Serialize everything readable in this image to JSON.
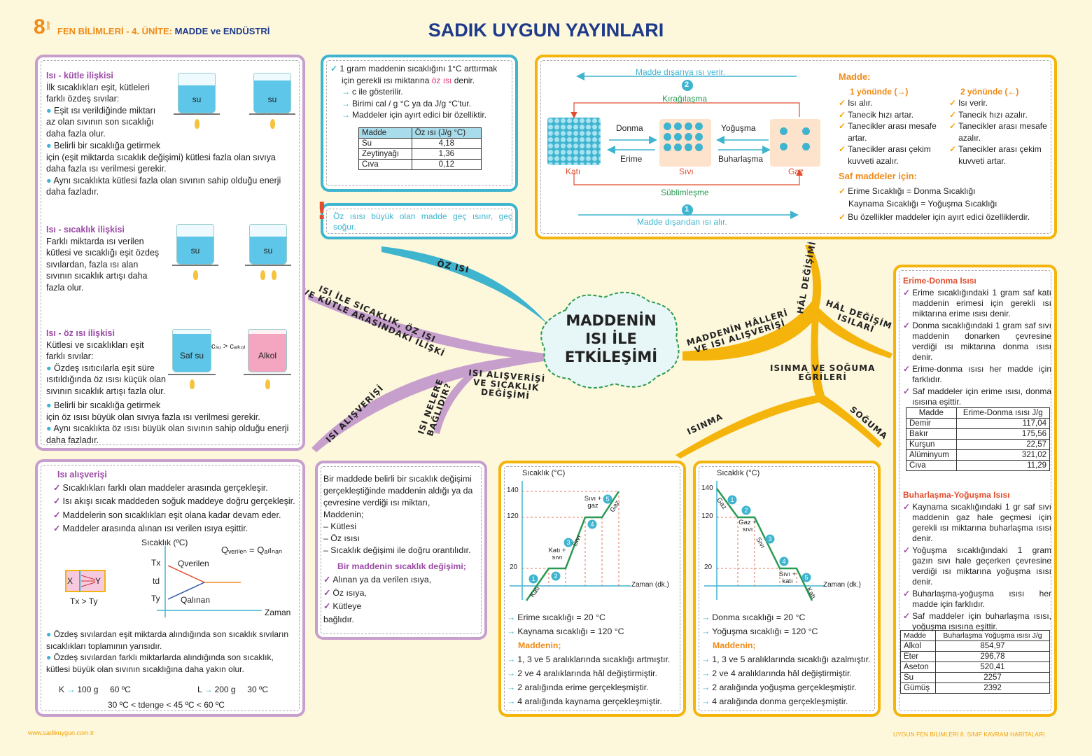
{
  "header": {
    "grade": "8",
    "grade_small": "SINIF",
    "subject": "FEN BİLİMLERİ - 4. ÜNİTE:",
    "unit": "MADDE ve ENDÜSTRİ",
    "publisher": "SADIK  UYGUN  YAYINLARI"
  },
  "footer": {
    "left": "www.sadikuygun.com.tr",
    "right": "UYGUN FEN BİLİMLERİ 8. SINIF KAVRAM HARİTALARI"
  },
  "center": {
    "l1": "MADDENİN",
    "l2": "ISI İLE",
    "l3": "ETKİLEŞİMİ"
  },
  "branches": {
    "oz_isi": "ÖZ ISI",
    "iliski_1": "ISI İLE SICAKLIK, ÖZ ISI",
    "iliski_2": "VE KÜTLE ARASINDAKİ İLİŞKİ",
    "alisveris_sicaklik_1": "ISI ALIŞVERİŞİ",
    "alisveris_sicaklik_2": "VE SICAKLIK",
    "alisveris_sicaklik_3": "DEĞİŞİMİ",
    "nelere_1": "ISI NELERE",
    "nelere_2": "BAĞLIDIR?",
    "isi_alisverisi": "ISI ALIŞVERİŞİ",
    "halleri_1": "MADDENİN HÂLLERİ",
    "halleri_2": "VE ISI ALIŞVERİŞİ",
    "hal_degisimi": "HÂL DEĞİŞİMİ",
    "hal_isilari_1": "HÂL DEĞİŞİM",
    "hal_isilari_2": "ISILARI",
    "egriler_1": "ISINMA VE SOĞUMA",
    "egriler_2": "EĞRİLERİ",
    "isinma": "ISINMA",
    "soguma": "SOĞUMA"
  },
  "left": {
    "kutle_title": "Isı - kütle ilişkisi",
    "kutle_p1": "İlk sıcaklıkları eşit, kütleleri",
    "kutle_p2": "farklı özdeş sıvılar:",
    "kutle_b1a": "Eşit ısı verildiğinde miktarı",
    "kutle_b1b": "az olan sıvının son sıcaklığı",
    "kutle_b1c": "daha fazla olur.",
    "kutle_b2a": "Belirli bir sıcaklığa getirmek",
    "kutle_b2b": "için (eşit miktarda sıcaklık değişimi) kütlesi fazla olan sıvıya",
    "kutle_b2c": "daha fazla ısı verilmesi gerekir.",
    "kutle_b3a": "Aynı sıcaklıkta kütlesi fazla olan sıvının sahip olduğu enerji",
    "kutle_b3b": "daha fazladır.",
    "beaker_su": "su",
    "sicaklik_title": "Isı - sıcaklık ilişkisi",
    "sicaklik_p1": "Farklı miktarda ısı verilen",
    "sicaklik_p2": "kütlesi ve sıcaklığı eşit özdeş",
    "sicaklik_p3": "sıvılardan, fazla ısı alan",
    "sicaklik_p4": "sıvının sıcaklık artışı daha",
    "sicaklik_p5": "fazla olur.",
    "ozisi_title": "Isı - öz ısı ilişkisi",
    "ozisi_p1": "Kütlesi ve sıcaklıkları eşit",
    "ozisi_p2": "farklı sıvılar:",
    "ozisi_b1a": "Özdeş ısıtıcılarla eşit süre",
    "ozisi_b1b": "ısıtıldığında öz ısısı küçük olan",
    "ozisi_b1c": "sıvının sıcaklık artışı fazla olur.",
    "ozisi_b2a": "Belirli bir sıcaklığa getirmek",
    "ozisi_b2b": "için öz ısısı büyük olan sıvıya fazla ısı verilmesi gerekir.",
    "ozisi_b3a": "Aynı sıcaklıkta öz ısısı büyük olan sıvının sahip olduğu enerji",
    "ozisi_b3b": "daha fazladır.",
    "saf_su": "Saf su",
    "alkol": "Alkol",
    "c_compare": "cₛᵤ > cₐₗₖₒₗ"
  },
  "oz_isi_box": {
    "p1": "1 gram maddenin sıcaklığını 1°C arttırmak",
    "p2a": "için gerekli ısı miktarına ",
    "p2b": "öz ısı",
    "p2c": " denir.",
    "a1": "c ile gösterilir.",
    "a2": "Birimi cal / g °C ya da J/g °C'tur.",
    "a3": "Maddeler için ayırt edici bir özelliktir.",
    "th1": "Madde",
    "th2": "Öz ısı (J/g °C)",
    "rows": [
      [
        "Su",
        "4,18"
      ],
      [
        "Zeytinyağı",
        "1,36"
      ],
      [
        "Cıva",
        "0,12"
      ]
    ]
  },
  "note": {
    "text": "Öz ısısı büyük olan madde geç ısınır, geç soğur."
  },
  "states": {
    "out": "Madde dışarıya ısı verir.",
    "in": "Madde dışarıdan ısı alır.",
    "two": "2",
    "one": "1",
    "kiragi": "Kırağılaşma",
    "sublim": "Süblimleşme",
    "donma": "Donma",
    "erime": "Erime",
    "yogusma": "Yoğuşma",
    "buhar": "Buharlaşma",
    "kati": "Katı",
    "sivi": "Sıvı",
    "gaz": "Gaz"
  },
  "madde": {
    "title": "Madde:",
    "dir1": "1 yönünde (→)",
    "dir2": "2 yönünde (←)",
    "c1": [
      "Isı alır.",
      "Tanecik hızı artar.",
      "Tanecikler arası mesafe artar.",
      "Tanecikler arası çekim kuvveti azalır."
    ],
    "c2": [
      "Isı verir.",
      "Tanecik hızı azalır.",
      "Tanecikler arası mesafe azalır.",
      "Tanecikler arası çekim kuvveti artar."
    ],
    "saf_title": "Saf maddeler için:",
    "s1": "Erime Sıcaklığı = Donma Sıcaklığı",
    "s2": "Kaynama Sıcaklığı = Yoğuşma Sıcaklığı",
    "s3": "Bu özellikler maddeler için ayırt edici özelliklerdir."
  },
  "hal_isilari": {
    "erime_title": "Erime-Donma Isısı",
    "e1": "Erime sıcaklığındaki 1 gram saf katı maddenin erimesi için gerekli ısı miktarına erime ısısı denir.",
    "e2": "Donma sıcaklığındaki 1 gram saf sıvı maddenin donarken çevresine verdiği ısı miktarına donma ısısı denir.",
    "e3": "Erime-donma ısısı her madde için farklıdır.",
    "e4": "Saf maddeler için erime ısısı, donma ısısına eşittir.",
    "t1h1": "Madde",
    "t1h2": "Erime-Donma ısısı J/g",
    "t1": [
      [
        "Demir",
        "117,04"
      ],
      [
        "Bakır",
        "175,56"
      ],
      [
        "Kurşun",
        "22,57"
      ],
      [
        "Alüminyum",
        "321,02"
      ],
      [
        "Cıva",
        "11,29"
      ]
    ],
    "buhar_title": "Buharlaşma-Yoğuşma Isısı",
    "b1": "Kaynama sıcaklığındaki 1 gr saf sıvı maddenin gaz hale geçmesi için gerekli ısı miktarına buharlaşma ısısı denir.",
    "b2": "Yoğuşma sıcaklığındaki 1 gram gazın sıvı hale geçerken çevresine verdiği ısı miktarına yoğuşma ısısı denir.",
    "b3": "Buharlaşma-yoğuşma ısısı her madde için farklıdır.",
    "b4": "Saf maddeler için buharlaşma ısısı, yoğuşma ısısına eşittir.",
    "t2h1": "Madde",
    "t2h2": "Buharlaşma Yoğuşma ısısı J/g",
    "t2": [
      [
        "Alkol",
        "854,97"
      ],
      [
        "Eter",
        "296,78"
      ],
      [
        "Aseton",
        "520,41"
      ],
      [
        "Su",
        "2257"
      ],
      [
        "Gümüş",
        "2392"
      ]
    ]
  },
  "alisveris": {
    "title": "Isı alışverişi",
    "l1": "Sıcaklıkları farklı olan maddeler arasında gerçekleşir.",
    "l2": "Isı akışı sıcak maddeden soğuk maddeye doğru gerçekleşir.",
    "l3": "Maddelerin son sıcaklıkları eşit olana kadar devam eder.",
    "l4": "Maddeler arasında alınan ısı verilen ısıya eşittir.",
    "y": "Sıcaklık (ºC)",
    "x": "Zaman",
    "eq": "Qᵥₑᵣᵢₗₑₙ = Qₐₗıₙₐₙ",
    "tx": "Tx",
    "td": "td",
    "ty": "Ty",
    "qv": "Qverilen",
    "qa": "Qalınan",
    "X": "X",
    "Y": "Y",
    "cmp": "Tx > Ty",
    "b1": "Özdeş sıvılardan eşit miktarda alındığında son sıcaklık sıvıların sıcaklıkları toplamının yarısıdır.",
    "b2": "Özdeş sıvılardan farklı miktarlarda alındığında son sıcaklık, kütlesi büyük olan sıvının sıcaklığına daha yakın olur.",
    "k": "K",
    "km": "100 g",
    "kt": "60 ºC",
    "l": "L",
    "lm": "200 g",
    "lt": "30 ºC",
    "ineq": "30 ºC < tdenge < 45 ºC < 60 ºC"
  },
  "nelere": {
    "p1": "Bir maddede belirli bir sıcaklık değişimi",
    "p2": "gerçekleştiğinde maddenin aldığı ya da",
    "p3": "çevresine verdiği ısı miktarı,",
    "p4": "Maddenin;",
    "d1": "– Kütlesi",
    "d2": "– Öz ısısı",
    "d3": "– Sıcaklık değişimi ile doğru orantılıdır.",
    "title": "Bir maddenin sıcaklık değişimi;",
    "c1": "Alınan ya da verilen ısıya,",
    "c2": "Öz ısıya,",
    "c3": "Kütleye",
    "end": "bağlıdır."
  },
  "isinma": {
    "y": "Sıcaklık (°C)",
    "x": "Zaman (dk.)",
    "f1": "Erime sıcaklığı = 20 °C",
    "f2": "Kaynama sıcaklığı = 120 °C",
    "m": "Maddenin;",
    "a1": "1, 3 ve 5 aralıklarında sıcaklığı artmıştır.",
    "a2": "2 ve 4 aralıklarında hâl değiştirmiştir.",
    "a3": "2 aralığında erime gerçekleşmiştir.",
    "a4": "4 aralığında kaynama gerçekleşmiştir.",
    "lk": "Katı",
    "lks": "Katı + sıvı",
    "ls": "Sıvı",
    "lsg": "Sıvı + gaz",
    "lg": "Gaz",
    "t140": "140",
    "t120": "120",
    "t20": "20"
  },
  "soguma": {
    "y": "Sıcaklık (°C)",
    "x": "Zaman (dk.)",
    "f1": "Donma sıcaklığı = 20 °C",
    "f2": "Yoğuşma sıcaklığı = 120 °C",
    "m": "Maddenin;",
    "a1": "1, 3 ve 5 aralıklarında sıcaklığı azalmıştır.",
    "a2": "2 ve 4 aralıklarında hâl değiştirmiştir.",
    "a3": "2 aralığında yoğuşma gerçekleşmiştir.",
    "a4": "4 aralığında donma gerçekleşmiştir.",
    "lg": "Gaz",
    "lgs": "Gaz + sıvı",
    "ls": "Sıvı",
    "lsk": "Sıvı + katı",
    "lk": "Katı",
    "t140": "140",
    "t120": "120",
    "t20": "20"
  },
  "colors": {
    "purple": "#c79fcd",
    "blue": "#3fb4cf",
    "yellow": "#f5b40c",
    "title": "#1e3a8a",
    "orange": "#f08a18"
  }
}
